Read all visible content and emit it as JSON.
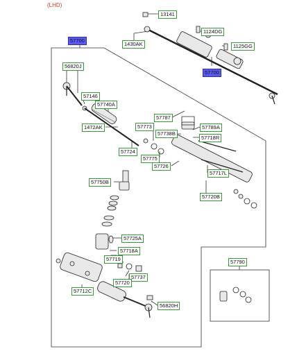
{
  "header": {
    "variant": "(LHD)"
  },
  "callouts": {
    "c13141": "13141",
    "c1430AK": "1430AK",
    "c1124DG": "1124DG",
    "c1125GG": "1125GG",
    "c57700_main": "57700",
    "c57700_assy": "57700",
    "c56820J": "56820J",
    "c57146": "57146",
    "c57740A": "57740A",
    "c1472AK": "1472AK",
    "c57787": "57787",
    "c57773": "57773",
    "c57789A": "57789A",
    "c57738B": "57738B",
    "c57718R": "57718R",
    "c57724": "57724",
    "c57775": "57775",
    "c57726": "57726",
    "c57717L": "57717L",
    "c57750B": "57750B",
    "c57720B": "57720B",
    "c57725A": "57725A",
    "c57718A": "57718A",
    "c57719": "57719",
    "c57737": "57737",
    "c57720": "57720",
    "c57712C": "57712C",
    "c56820H": "56820H",
    "c57790": "57790"
  },
  "colors": {
    "callout_border": "#3a9a3a",
    "callout_highlight": "#5b5bf0",
    "line": "#333333",
    "part_fill": "#e8e8e8",
    "part_stroke": "#222222"
  }
}
